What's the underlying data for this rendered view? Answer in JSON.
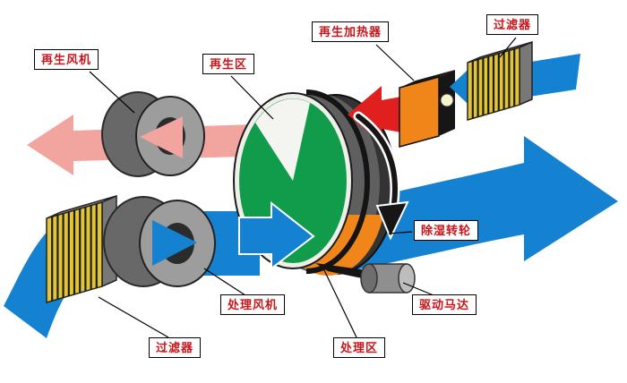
{
  "diagram": {
    "labels": {
      "regen_fan": "再生风机",
      "regen_zone": "再生区",
      "regen_heater": "再生加热器",
      "filter_top": "过滤器",
      "dehumid_wheel": "除湿转轮",
      "drive_motor": "驱动马达",
      "process_zone": "处理区",
      "process_fan": "处理风机",
      "filter_bottom": "过滤器"
    },
    "colors": {
      "process-air": "#1581d1",
      "regen-exhaust": "#f2a49e",
      "hot-air": "#e01f1f",
      "wheel-face": "#119c4b",
      "heater-front": "#f08519",
      "filter-media": "#e2c437",
      "label-text": "#c8151a"
    }
  }
}
